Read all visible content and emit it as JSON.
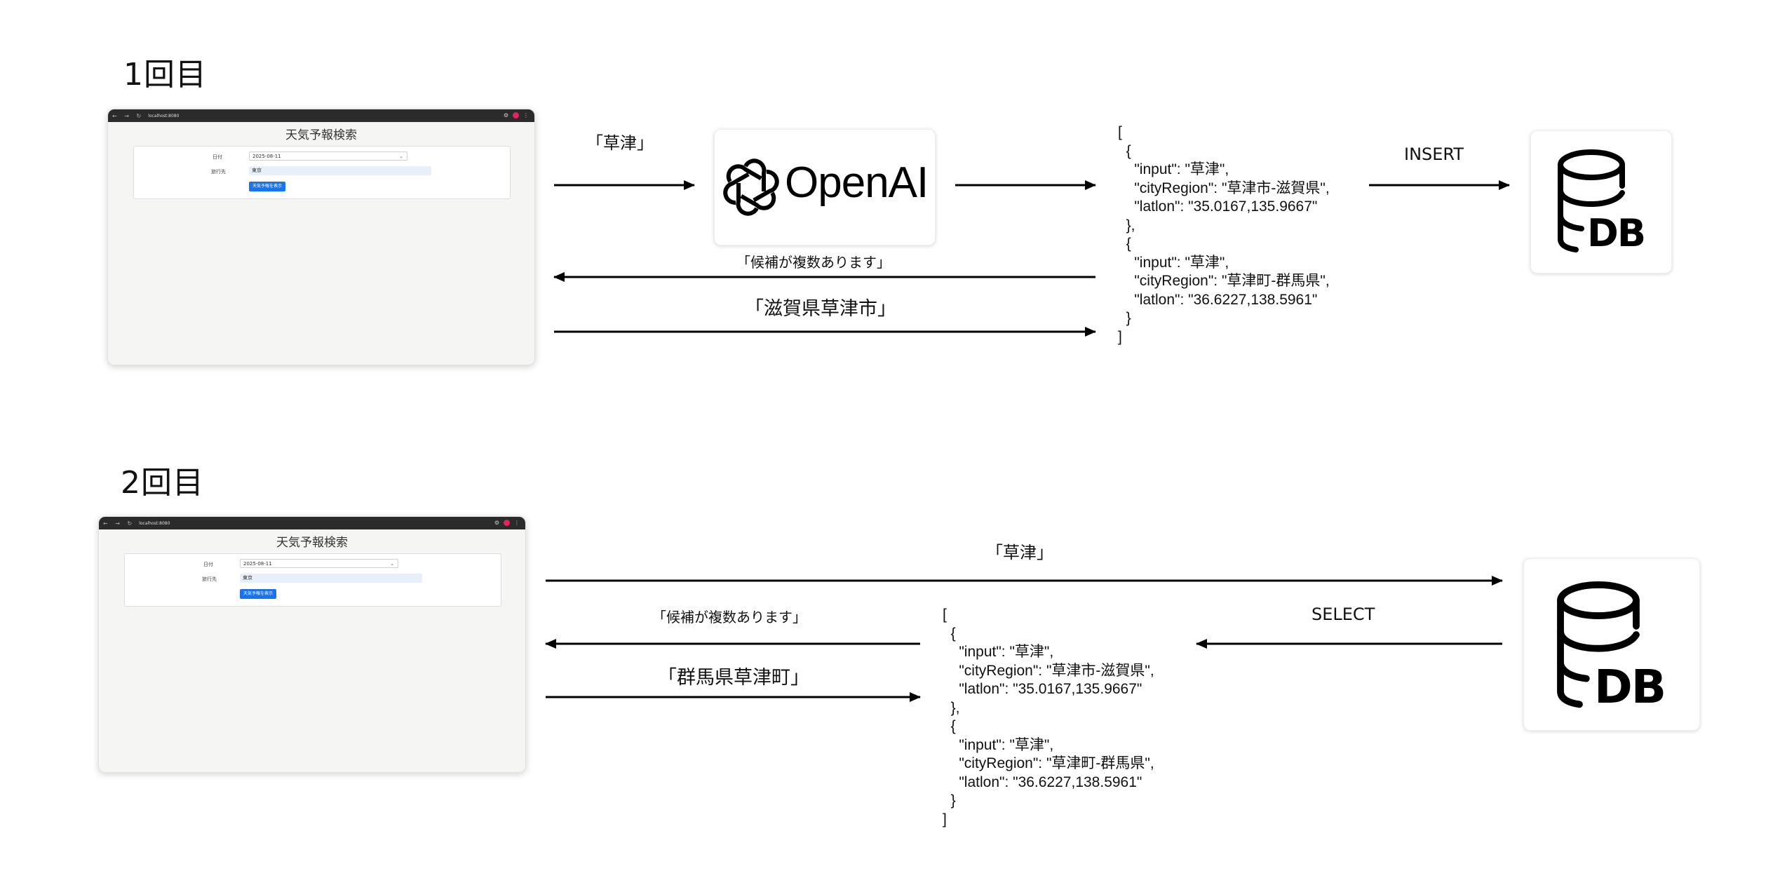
{
  "section1": {
    "heading": "1回目",
    "browser": {
      "url": "localhost:8080",
      "title": "天気予報検索",
      "date_label": "日付",
      "date_value": "2025-08-11",
      "dest_label": "旅行先",
      "dest_value": "東京",
      "button": "天気予報を表示"
    },
    "label_query": "「草津」",
    "logo": "OpenAI",
    "label_candidates": "「候補が複数あります」",
    "label_choice": "「滋賀県草津市」",
    "label_insert": "INSERT",
    "json": "[\n  {\n    \"input\": \"草津\",\n    \"cityRegion\": \"草津市-滋賀県\",\n    \"latlon\": \"35.0167,135.9667\"\n  },\n  {\n    \"input\": \"草津\",\n    \"cityRegion\": \"草津町-群馬県\",\n    \"latlon\": \"36.6227,138.5961\"\n  }\n]",
    "db_label": "DB"
  },
  "section2": {
    "heading": "2回目",
    "browser": {
      "url": "localhost:8080",
      "title": "天気予報検索",
      "date_label": "日付",
      "date_value": "2025-08-11",
      "dest_label": "旅行先",
      "dest_value": "東京",
      "button": "天気予報を表示"
    },
    "label_query": "「草津」",
    "label_select": "SELECT",
    "label_candidates": "「候補が複数あります」",
    "label_choice": "「群馬県草津町」",
    "json": "[\n  {\n    \"input\": \"草津\",\n    \"cityRegion\": \"草津市-滋賀県\",\n    \"latlon\": \"35.0167,135.9667\"\n  },\n  {\n    \"input\": \"草津\",\n    \"cityRegion\": \"草津町-群馬県\",\n    \"latlon\": \"36.6227,138.5961\"\n  }\n]",
    "db_label": "DB"
  }
}
